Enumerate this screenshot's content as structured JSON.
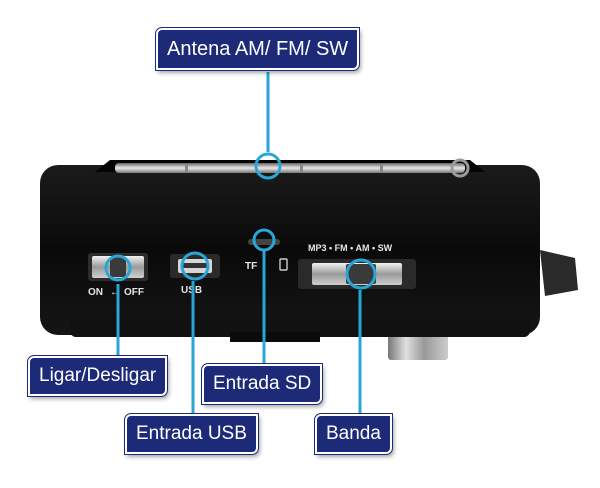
{
  "labels": {
    "antenna": "Antena AM/ FM/ SW",
    "power": "Ligar/Desligar",
    "sd": "Entrada SD",
    "usb": "Entrada USB",
    "band": "Banda"
  },
  "device_text": {
    "on": "ON",
    "off": "OFF",
    "usb": "USB",
    "tf": "TF",
    "band_scale": "MP3 • FM • AM • SW"
  },
  "colors": {
    "callout_bg": "#1d2a78",
    "callout_line": "#2aa6d6",
    "device_body": "#0c0c0c"
  }
}
